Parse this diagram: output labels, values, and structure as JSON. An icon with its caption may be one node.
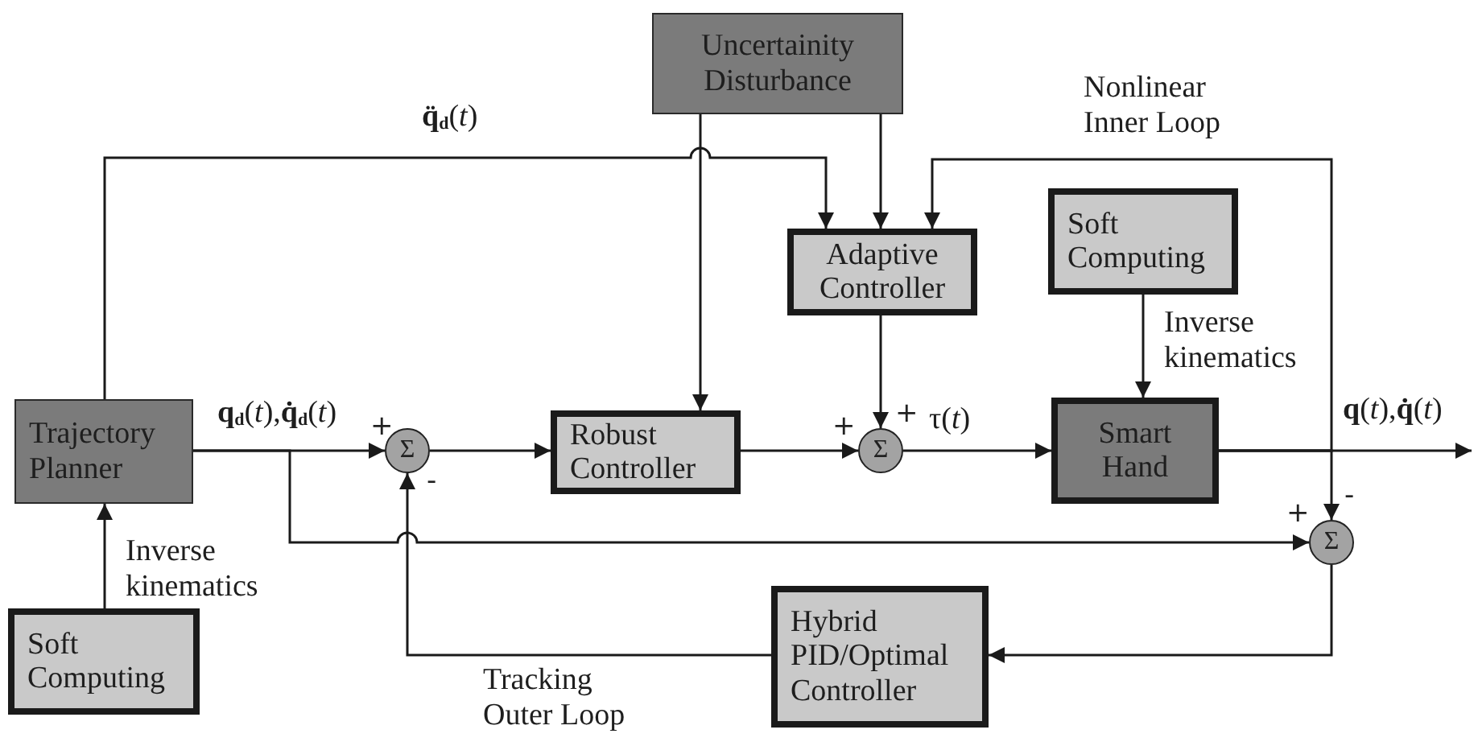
{
  "diagram": {
    "nodes": [
      {
        "text": [
          "Uncertainity Disturbance"
        ]
      },
      {
        "text": [
          "Adaptive Controller"
        ]
      },
      {
        "text": [
          "Soft Computing"
        ]
      },
      {
        "text": [
          "Trajectory Planner"
        ]
      },
      {
        "text": [
          "Σ"
        ]
      },
      {
        "text": [
          "Robust Controller"
        ]
      },
      {
        "text": [
          "Σ"
        ]
      },
      {
        "text": [
          "Smart Hand"
        ]
      },
      {
        "text": [
          "Σ"
        ]
      },
      {
        "text": [
          "Soft Computing"
        ]
      },
      {
        "text": [
          "Hybrid PID/Optimal Controller"
        ]
      }
    ],
    "edges": [
      {
        "from": 3,
        "to": 1,
        "arrow": "to",
        "label": "**q̈**$_{d}$(*t*)"
      },
      {
        "from": 0,
        "to": 1,
        "arrow": "to"
      },
      {
        "from": 0,
        "to": 5,
        "arrow": "to"
      },
      {
        "from": 7,
        "to": 1,
        "arrow": "to",
        "label": "Nonlinear Inner Loop"
      },
      {
        "from": 2,
        "to": 7,
        "arrow": "to",
        "label": "Inverse kinematics"
      },
      {
        "from": 3,
        "to": 4,
        "arrow": "to",
        "label": "**q**$_{d}$(*t*),**q̇**$_{d}$(*t*)"
      },
      {
        "from": 4,
        "to": 5,
        "arrow": "to"
      },
      {
        "from": 5,
        "to": 6,
        "arrow": "to"
      },
      {
        "from": 1,
        "to": 6,
        "arrow": "to"
      },
      {
        "from": 6,
        "to": 7,
        "arrow": "to",
        "label": "τ(*t*)"
      },
      {
        "from": 7,
        "to": null,
        "arrow": "to",
        "label": "**q**(*t*),**q̇**(*t*)"
      },
      {
        "from": 7,
        "to": 8,
        "arrow": "to"
      },
      {
        "from": 3,
        "to": 8,
        "arrow": "to"
      },
      {
        "from": 8,
        "to": 10,
        "arrow": "to"
      },
      {
        "from": 10,
        "to": 4,
        "arrow": "to",
        "label": "Tracking Outer Loop"
      },
      {
        "from": 9,
        "to": 3,
        "arrow": "to",
        "label": "Inverse kinematics"
      }
    ],
    "labels": [
      "+",
      "-",
      "+",
      "+",
      "+",
      "-"
    ]
  }
}
